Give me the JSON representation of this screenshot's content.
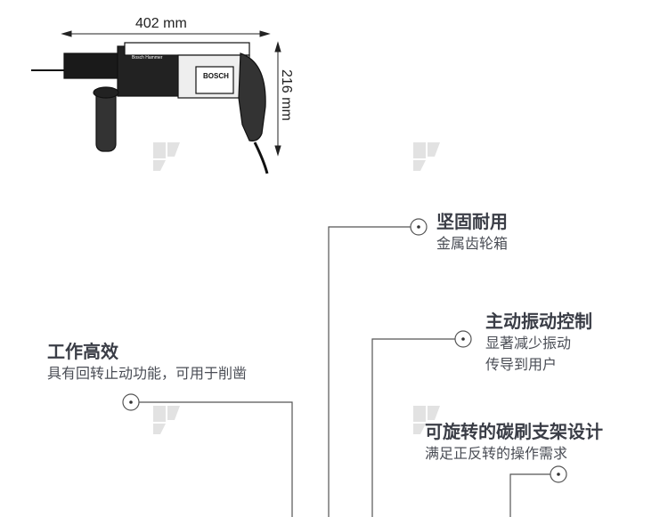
{
  "dimensions": {
    "width_label": "402 mm",
    "height_label": "216 mm"
  },
  "product_drawing": {
    "brand": "BOSCH",
    "model_text": "Bosch Hammer"
  },
  "features": [
    {
      "title": "坚固耐用",
      "lines": [
        "金属齿轮箱"
      ]
    },
    {
      "title": "主动振动控制",
      "lines": [
        "显著减少振动",
        "传导到用户"
      ]
    },
    {
      "title": "工作高效",
      "lines": [
        "具有回转止动功能，可用于削凿"
      ]
    },
    {
      "title": "可旋转的碳刷支架设计",
      "lines": [
        "满足正反转的操作需求"
      ]
    }
  ],
  "colors": {
    "text": "#3a3d46",
    "line": "#555555",
    "watermark": "#dcdcdc"
  }
}
